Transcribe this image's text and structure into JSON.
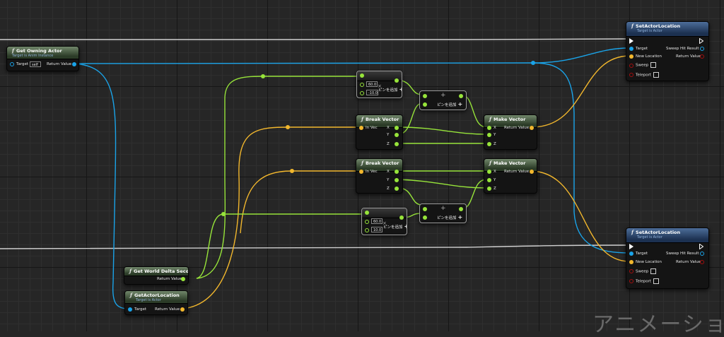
{
  "colors": {
    "object": "#1aa3e8",
    "float": "#97e43a",
    "vector": "#f2b72d",
    "bool": "#a40e0e",
    "exec": "#ffffff"
  },
  "get_owning_actor": {
    "title": "Get Owning Actor",
    "subtitle": "Target is Anim Instance",
    "target": "Target",
    "self": "self",
    "return": "Return Value"
  },
  "set_loc_top": {
    "title": "SetActorLocation",
    "subtitle": "Target is Actor",
    "target": "Target",
    "new_location": "New Location",
    "sweep": "Sweep",
    "teleport": "Teleport",
    "sweep_hit": "Sweep Hit Result",
    "return": "Return Value"
  },
  "set_loc_bottom": {
    "title": "SetActorLocation",
    "subtitle": "Target is Actor",
    "target": "Target",
    "new_location": "New Location",
    "sweep": "Sweep",
    "teleport": "Teleport",
    "sweep_hit": "Sweep Hit Result",
    "return": "Return Value"
  },
  "multiply_top": {
    "a": "60.0",
    "b": "-10.0",
    "add_pin": "ピンを追加",
    "op": "×"
  },
  "multiply_bottom": {
    "a": "60.0",
    "b": "10.0",
    "add_pin": "ピンを追加",
    "op": "×"
  },
  "add_top": {
    "op": "+",
    "add_pin": "ピンを追加"
  },
  "add_bottom": {
    "op": "+",
    "add_pin": "ピンを追加"
  },
  "break_top": {
    "title": "Break Vector",
    "in": "In Vec",
    "x": "X",
    "y": "Y",
    "z": "Z"
  },
  "break_bottom": {
    "title": "Break Vector",
    "in": "In Vec",
    "x": "X",
    "y": "Y",
    "z": "Z"
  },
  "make_top": {
    "title": "Make Vector",
    "x": "X",
    "y": "Y",
    "z": "Z",
    "return": "Return Value"
  },
  "make_bottom": {
    "title": "Make Vector",
    "x": "X",
    "y": "Y",
    "z": "Z",
    "return": "Return Value"
  },
  "delta": {
    "title": "Get World Delta Seconds",
    "return": "Return Value"
  },
  "get_loc": {
    "title": "GetActorLocation",
    "subtitle": "Target is Actor",
    "target": "Target",
    "return": "Return Value"
  },
  "watermark": "アニメーション"
}
